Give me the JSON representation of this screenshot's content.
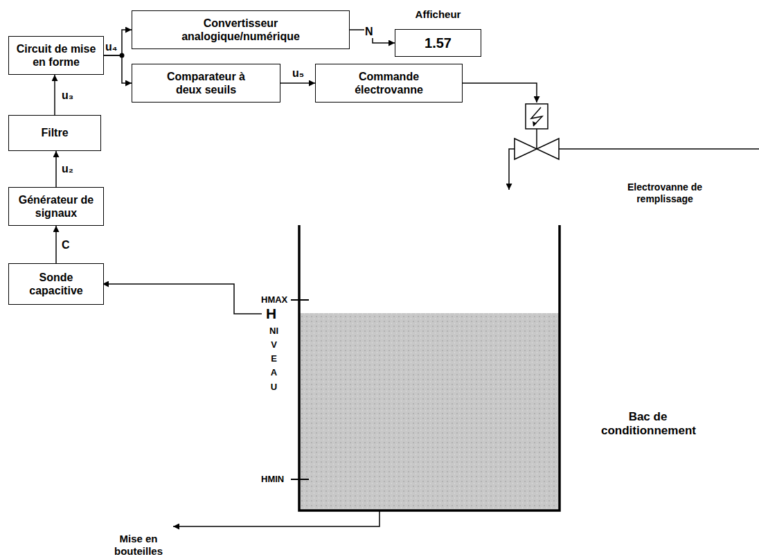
{
  "diagram": {
    "nodes": [
      {
        "text": [
          "Convertisseur analogique/numérique"
        ]
      },
      {
        "text": [
          "Afficheur",
          "1.57"
        ]
      },
      {
        "text": [
          "Circuit de mise en forme"
        ]
      },
      {
        "text": [
          "Comparateur à deux seuils"
        ]
      },
      {
        "text": [
          "Commande électrovanne"
        ]
      },
      {
        "text": [
          "Filtre"
        ]
      },
      {
        "text": [
          "Générateur de signaux"
        ]
      },
      {
        "text": [
          "Sonde capacitive"
        ]
      }
    ],
    "edges": [
      {
        "from": 7,
        "to": 6,
        "label": "C",
        "arrow": "to"
      },
      {
        "from": 6,
        "to": 5,
        "label": "u₂",
        "arrow": "to"
      },
      {
        "from": 5,
        "to": 2,
        "label": "u₃",
        "arrow": "to"
      },
      {
        "from": 2,
        "to": 0,
        "label": "u₄",
        "arrow": "to"
      },
      {
        "from": 2,
        "to": 3,
        "arrow": "to"
      },
      {
        "from": 0,
        "to": 1,
        "label": "N",
        "arrow": "to"
      },
      {
        "from": 3,
        "to": 4,
        "label": "u₅",
        "arrow": "to"
      }
    ],
    "labels": [
      "HMAX",
      "H",
      "NIVEAU",
      "HMIN",
      "Bac de conditionnement",
      "Mise en bouteilles",
      "Electrovanne de remplissage"
    ]
  }
}
